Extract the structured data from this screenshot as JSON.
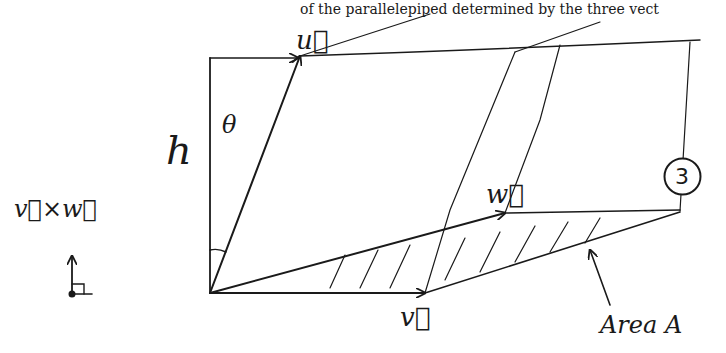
{
  "diagram": {
    "nodes": [
      {
        "text": [
          "3"
        ]
      }
    ],
    "labels": [
      "of the parallelepiped determined by the three vect",
      "u⃗",
      "h",
      "θ",
      "v⃗×w⃗",
      "w⃗",
      "v⃗",
      "Area A"
    ]
  }
}
